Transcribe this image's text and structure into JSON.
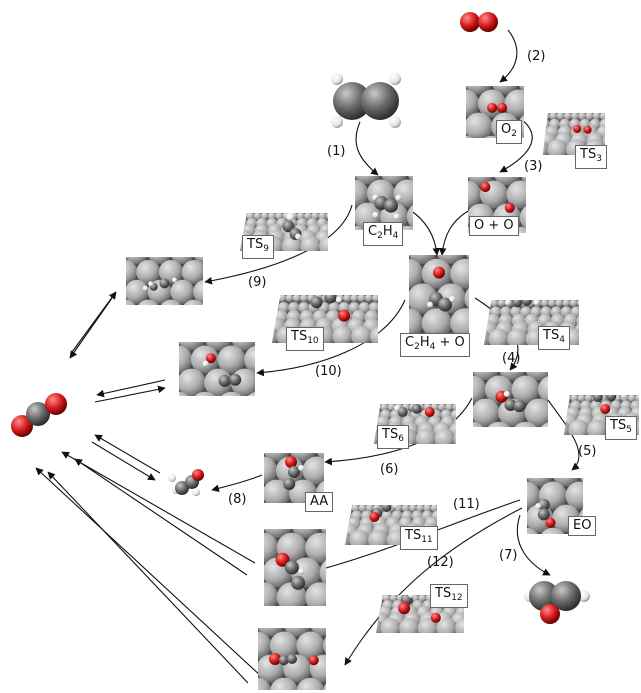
{
  "species": {
    "c2h4": {
      "main": "C",
      "sub1": "2",
      "mid": "H",
      "sub2": "4"
    },
    "o2": {
      "main": "O",
      "sub": "2"
    },
    "o_plus_o": "O + O",
    "c2h4_plus_o": {
      "main": "C",
      "sub1": "2",
      "mid": "H",
      "sub2": "4",
      "tail": " + O"
    },
    "aa": "AA",
    "eo": "EO"
  },
  "transition_states": [
    {
      "id": "ts3",
      "main": "TS",
      "sub": "3"
    },
    {
      "id": "ts4",
      "main": "TS",
      "sub": "4"
    },
    {
      "id": "ts5",
      "main": "TS",
      "sub": "5"
    },
    {
      "id": "ts6",
      "main": "TS",
      "sub": "6"
    },
    {
      "id": "ts9",
      "main": "TS",
      "sub": "9"
    },
    {
      "id": "ts10",
      "main": "TS",
      "sub": "10"
    },
    {
      "id": "ts11",
      "main": "TS",
      "sub": "11"
    },
    {
      "id": "ts12",
      "main": "TS",
      "sub": "12"
    }
  ],
  "steps": [
    "(1)",
    "(2)",
    "(3)",
    "(4)",
    "(5)",
    "(6)",
    "(7)",
    "(8)",
    "(9)",
    "(10)",
    "(11)",
    "(12)"
  ],
  "colors": {
    "carbon": "#6b6b6b",
    "oxygen": "#d81e1e",
    "hydrogen": "#f2f2f2",
    "surface": "#b4b4b4",
    "surface_dark": "#7a7a7a",
    "arrow": "#111111"
  }
}
